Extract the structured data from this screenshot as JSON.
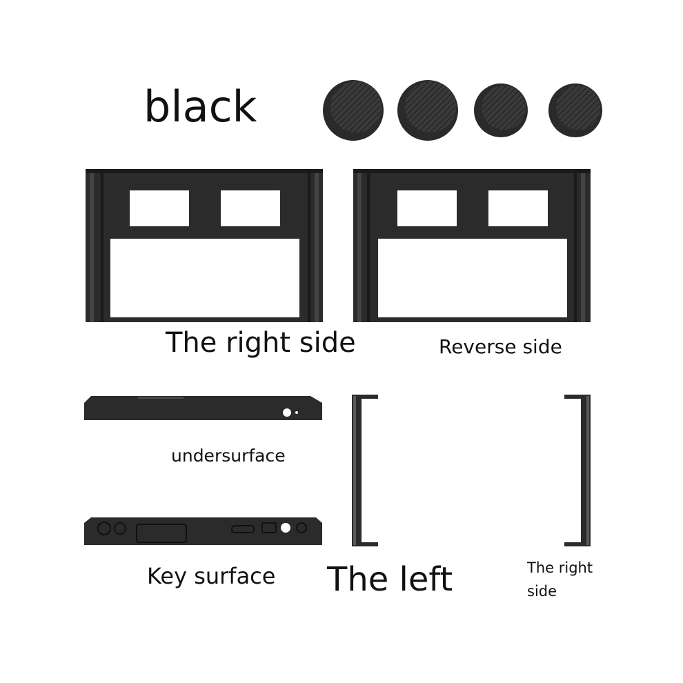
{
  "labels": {
    "color": "black",
    "front": "The right side",
    "reverse": "Reverse side",
    "under": "undersurface",
    "key": "Key surface",
    "left_rail": "The left",
    "right_rail": "The right side"
  },
  "colors": {
    "part": "#2b2b2b",
    "part_dark": "#1a1a1a",
    "part_light": "#5a5a5a",
    "background": "#ffffff"
  },
  "icons": [
    "thumb-cap-icon",
    "frame-front",
    "frame-back",
    "bottom-edge",
    "key-edge",
    "rail-left",
    "rail-right"
  ]
}
